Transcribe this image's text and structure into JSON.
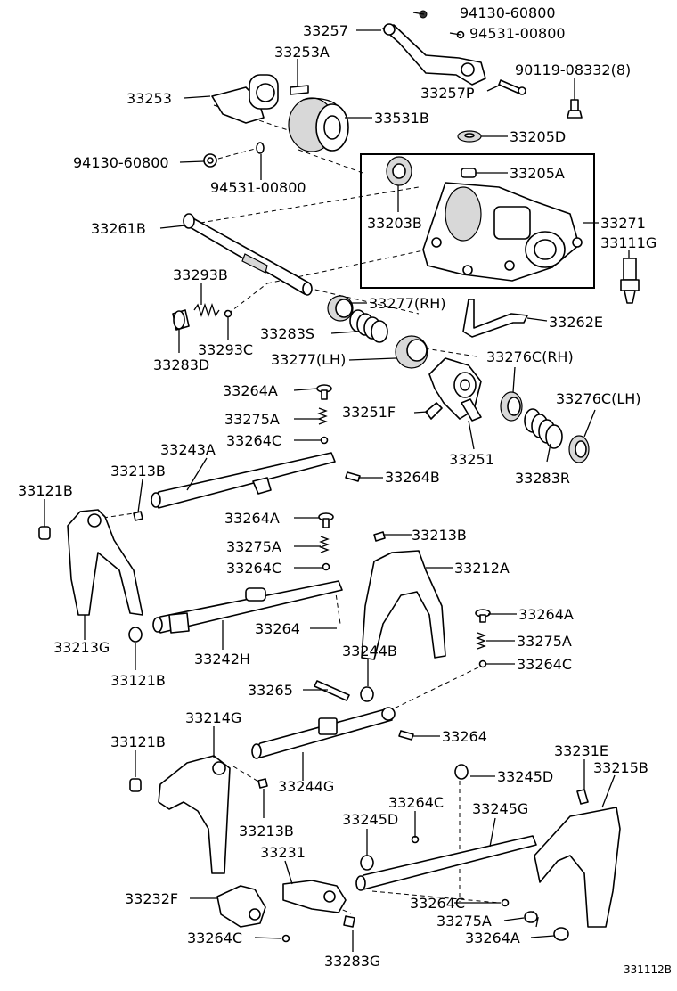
{
  "diagram": {
    "reference_code": "331112B",
    "parts": [
      {
        "id": "p01",
        "label": "94130-60800"
      },
      {
        "id": "p02",
        "label": "33257"
      },
      {
        "id": "p03",
        "label": "94531-00800"
      },
      {
        "id": "p04",
        "label": "33253A"
      },
      {
        "id": "p05",
        "label": "90119-08332(8)"
      },
      {
        "id": "p06",
        "label": "33253"
      },
      {
        "id": "p07",
        "label": "33257P"
      },
      {
        "id": "p08",
        "label": "33531B"
      },
      {
        "id": "p09",
        "label": "33205D"
      },
      {
        "id": "p10",
        "label": "94130-60800"
      },
      {
        "id": "p11",
        "label": "33205A"
      },
      {
        "id": "p12",
        "label": "94531-00800"
      },
      {
        "id": "p13",
        "label": "33271"
      },
      {
        "id": "p14",
        "label": "33261B"
      },
      {
        "id": "p15",
        "label": "33203B"
      },
      {
        "id": "p16",
        "label": "33111G"
      },
      {
        "id": "p17",
        "label": "33293B"
      },
      {
        "id": "p18",
        "label": "33277(RH)"
      },
      {
        "id": "p19",
        "label": "33262E"
      },
      {
        "id": "p20",
        "label": "33283S"
      },
      {
        "id": "p21",
        "label": "33293C"
      },
      {
        "id": "p22",
        "label": "33283D"
      },
      {
        "id": "p23",
        "label": "33277(LH)"
      },
      {
        "id": "p24",
        "label": "33276C(RH)"
      },
      {
        "id": "p25",
        "label": "33264A"
      },
      {
        "id": "p26",
        "label": "33276C(LH)"
      },
      {
        "id": "p27",
        "label": "33275A"
      },
      {
        "id": "p28",
        "label": "33251F"
      },
      {
        "id": "p29",
        "label": "33264C"
      },
      {
        "id": "p30",
        "label": "33243A"
      },
      {
        "id": "p31",
        "label": "33251"
      },
      {
        "id": "p32",
        "label": "33213B"
      },
      {
        "id": "p33",
        "label": "33264B"
      },
      {
        "id": "p34",
        "label": "33283R"
      },
      {
        "id": "p35",
        "label": "33121B"
      },
      {
        "id": "p36",
        "label": "33264A"
      },
      {
        "id": "p37",
        "label": "33213B"
      },
      {
        "id": "p38",
        "label": "33275A"
      },
      {
        "id": "p39",
        "label": "33264C"
      },
      {
        "id": "p40",
        "label": "33212A"
      },
      {
        "id": "p41",
        "label": "33264A"
      },
      {
        "id": "p42",
        "label": "33264"
      },
      {
        "id": "p43",
        "label": "33275A"
      },
      {
        "id": "p44",
        "label": "33213G"
      },
      {
        "id": "p45",
        "label": "33242H"
      },
      {
        "id": "p46",
        "label": "33244B"
      },
      {
        "id": "p47",
        "label": "33264C"
      },
      {
        "id": "p48",
        "label": "33121B"
      },
      {
        "id": "p49",
        "label": "33265"
      },
      {
        "id": "p50",
        "label": "33214G"
      },
      {
        "id": "p51",
        "label": "33264"
      },
      {
        "id": "p52",
        "label": "33121B"
      },
      {
        "id": "p53",
        "label": "33231E"
      },
      {
        "id": "p54",
        "label": "33244G"
      },
      {
        "id": "p55",
        "label": "33245D"
      },
      {
        "id": "p56",
        "label": "33215B"
      },
      {
        "id": "p57",
        "label": "33264C"
      },
      {
        "id": "p58",
        "label": "33245G"
      },
      {
        "id": "p59",
        "label": "33245D"
      },
      {
        "id": "p60",
        "label": "33213B"
      },
      {
        "id": "p61",
        "label": "33231"
      },
      {
        "id": "p62",
        "label": "33232F"
      },
      {
        "id": "p63",
        "label": "33264C"
      },
      {
        "id": "p64",
        "label": "33275A"
      },
      {
        "id": "p65",
        "label": "33264C"
      },
      {
        "id": "p66",
        "label": "33264A"
      },
      {
        "id": "p67",
        "label": "33283G"
      }
    ]
  }
}
